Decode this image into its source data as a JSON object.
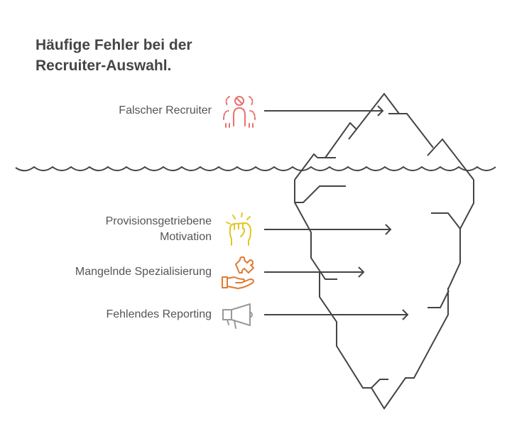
{
  "title": {
    "line1": "Häufige Fehler bei der",
    "line2": "Recruiter-Auswahl."
  },
  "items": [
    {
      "label": "Falscher Recruiter",
      "icon": "people-ban-icon",
      "color": "#e8716d"
    },
    {
      "label_line1": "Provisionsgetriebene",
      "label_line2": "Motivation",
      "icon": "fist-icon",
      "color": "#e2c623"
    },
    {
      "label": "Mangelnde Spezialisierung",
      "icon": "hand-puzzle-icon",
      "color": "#e07b30"
    },
    {
      "label": "Fehlendes Reporting",
      "icon": "megaphone-icon",
      "color": "#999999"
    }
  ],
  "line_color": "#444444"
}
